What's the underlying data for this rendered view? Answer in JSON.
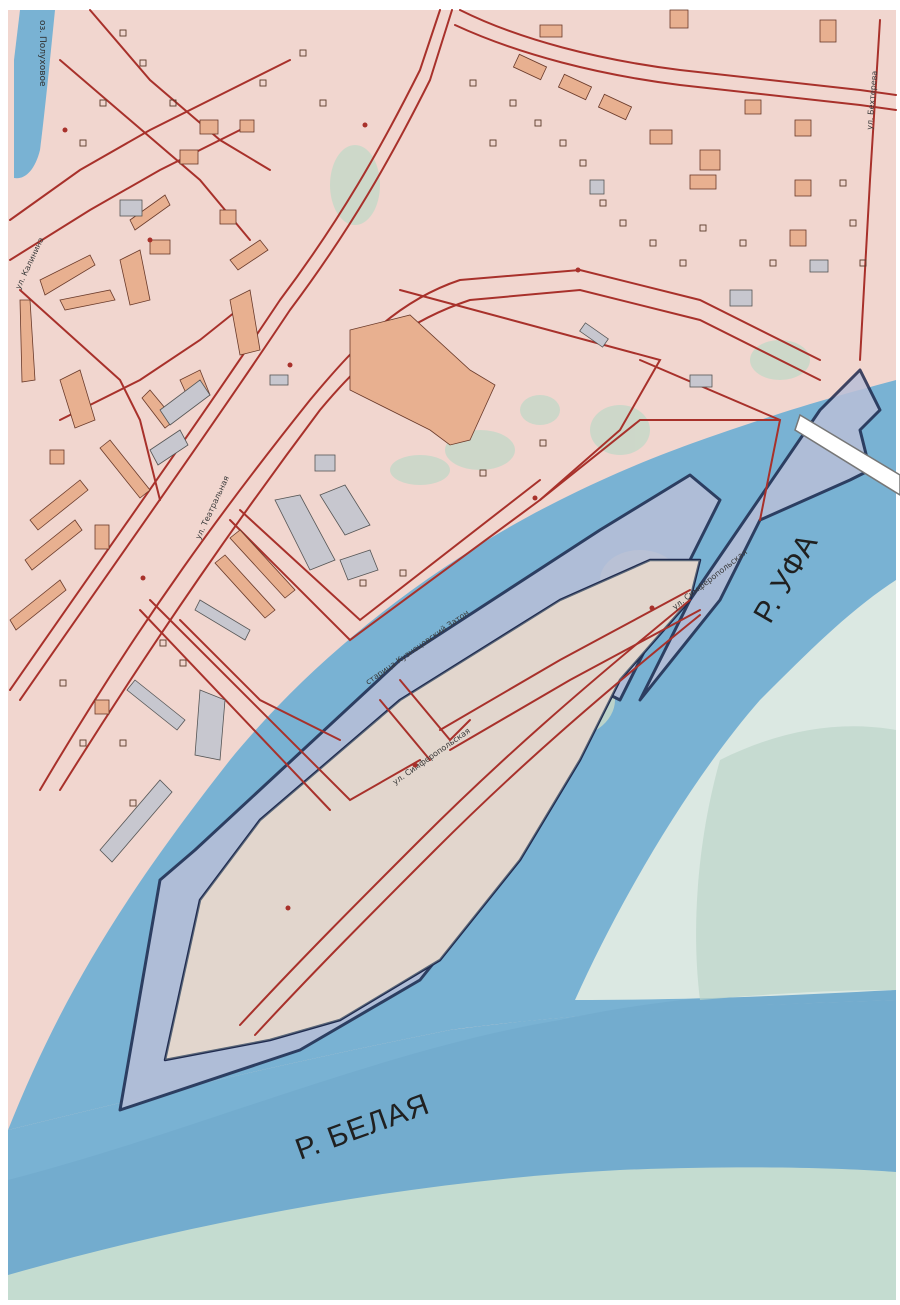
{
  "map": {
    "labels": {
      "river_ufa": "Р. УФА",
      "river_belaya": "Р. БЕЛАЯ",
      "oxbow": "старица Кузнецовский Затон",
      "street_simferopolskaya_1": "ул. Симферопольская",
      "street_simferopolskaya_2": "ул. Симферопольская",
      "lake_polukhovoe": "оз. Полуховое",
      "street_kalinina": "ул. Калинина",
      "street_teatralnaya": "ул. Театральная",
      "street_right_top": "ул. Бехтерева"
    },
    "colors": {
      "land": "#f1d6cf",
      "water": "#79b2d3",
      "water_dark": "#5c98c0",
      "sandbank": "#dbe8e2",
      "greenery": "#c7d8c8",
      "buildings": "#e8b090",
      "buildings_gray": "#c7c7cf",
      "roads": "#a8312b",
      "zone_fill": "#b9bfd8",
      "zone_outline": "#1f2a4e"
    }
  }
}
